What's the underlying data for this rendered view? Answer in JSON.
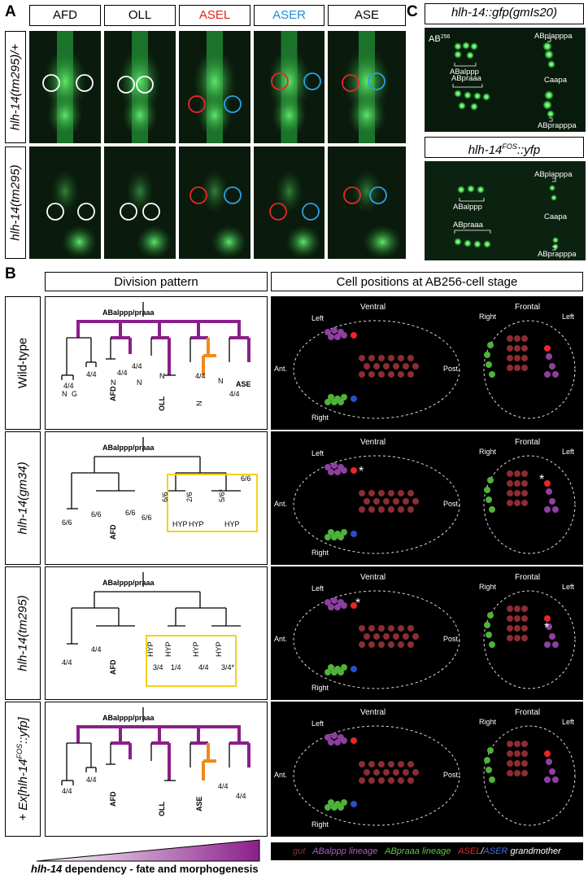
{
  "panels": {
    "a": "A",
    "b": "B",
    "c": "C"
  },
  "panelA": {
    "headers": [
      {
        "text": "AFD",
        "color": "#000000"
      },
      {
        "text": "OLL",
        "color": "#000000"
      },
      {
        "text": "ASEL",
        "color": "#e2231a"
      },
      {
        "text": "ASER",
        "color": "#1a8fd8"
      },
      {
        "text": "ASE",
        "color": "#000000"
      }
    ],
    "rows": [
      "hlh-14(tm295)/+",
      "hlh-14(tm295)"
    ]
  },
  "panelC": {
    "title1": "hlh-14::gfp(gmIs20)",
    "title2_main": "hlh-14",
    "title2_sup": "FOS",
    "title2_rest": "::yfp",
    "img1": {
      "stage_main": "AB",
      "stage_sup": "256",
      "labels": [
        "ABalppp",
        "ABpraaa",
        "ABplapppa",
        "Caapa",
        "ABprapppa"
      ]
    },
    "img2": {
      "labels": [
        "ABalppp",
        "ABpraaa",
        "ABplapppa",
        "Caapa",
        "ABprapppa"
      ]
    }
  },
  "panelB": {
    "header_left": "Division pattern",
    "header_right": "Cell positions at AB256-cell stage",
    "rows": [
      {
        "label": "Wild-type"
      },
      {
        "label": "hlh-14(gm34)"
      },
      {
        "label": "hlh-14(tm295)"
      },
      {
        "label_pre": "+ Ex[hlh-14",
        "label_sup": "FOS",
        "label_post": "::yfp]"
      }
    ],
    "tree": {
      "root": "ABalppp/praaa",
      "wt_labels": [
        "4/4",
        "N",
        "G",
        "4/4",
        "4/4",
        "N",
        "AFD",
        "4/4",
        "N",
        "N",
        "OLL",
        "4/4",
        "N",
        "N",
        "ASE",
        "4/4"
      ],
      "gm34_labels": [
        "6/6",
        "6/6",
        "AFD",
        "6/6",
        "6/6",
        "6/6",
        "HYP",
        "2/6",
        "HYP",
        "5/6*",
        "HYP",
        "6/6"
      ],
      "tm295_labels": [
        "4/4",
        "4/4",
        "AFD",
        "HYP",
        "3/4",
        "HYP",
        "1/4",
        "HYP",
        "4/4",
        "HYP",
        "3/4*"
      ],
      "rescue_labels": [
        "4/4",
        "4/4",
        "AFD",
        "OLL",
        "ASE",
        "4/4",
        "4/4"
      ]
    },
    "positions": {
      "ventral": "Ventral",
      "frontal": "Frontal",
      "left": "Left",
      "right": "Right",
      "ant": "Ant.",
      "post": "Post.",
      "star": "*"
    },
    "colors": {
      "gut": "#8b2d33",
      "alppp": "#8e3fa0",
      "praaa": "#4fb33a",
      "asel": "#e8262a",
      "aser": "#2a4fc8"
    }
  },
  "legend": {
    "gut": "gut",
    "alppp": "ABalppp lineage",
    "praaa": "ABpraaa lineage",
    "asel": "ASEL",
    "slash": "/",
    "aser": "ASER",
    "grand": "grandmother"
  },
  "footer": {
    "bold": "hlh-14",
    "rest": " dependency - fate and morphogenesis"
  }
}
